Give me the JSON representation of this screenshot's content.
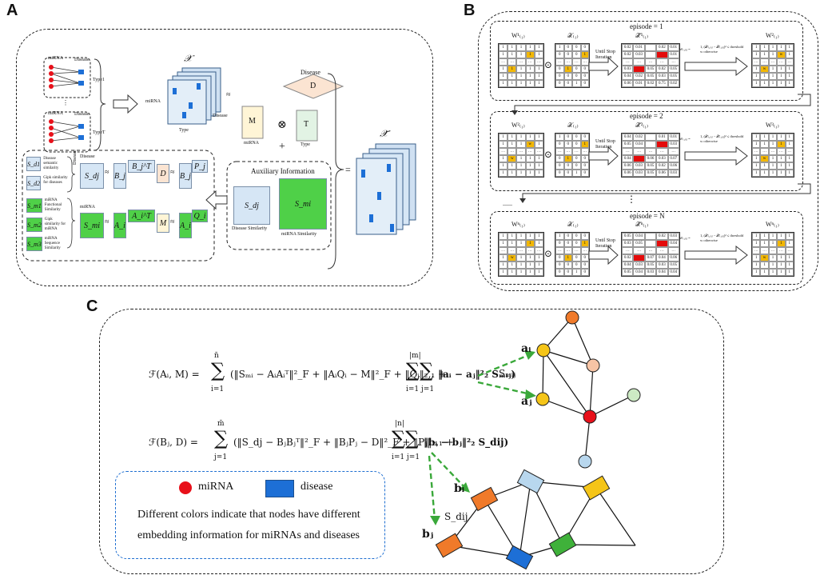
{
  "panels": {
    "a": "A",
    "b": "B",
    "c": "C"
  },
  "panel_a": {
    "mirna_small": "miRNA",
    "disease_small": "Disease",
    "type1": "Type1",
    "typet": "TypeT",
    "dots": "⋮",
    "tensor_x": "𝒳",
    "tensor_mirna_axis": "miRNA",
    "tensor_disease_axis": "Disease",
    "tensor_type_axis": "Type",
    "approx": "≈",
    "factor_disease_label": "Disease",
    "factor_d": "D",
    "factor_m": "M",
    "factor_m_label": "miRNA",
    "factor_t": "T",
    "factor_t_label": "Type",
    "otimes": "⊗",
    "plus": "+",
    "equals": "=",
    "tensor_x_tilde": "𝒳̃",
    "aux_title": "Auxiliary Information",
    "aux_sdj": "S_dj",
    "aux_smi": "S_mi",
    "aux_disease_similarity": "Disease Similarity",
    "aux_mirna_similarity": "miRNA Similarity",
    "sim_list": [
      {
        "sym": "S_d1",
        "text": "Disease semantic similarity",
        "color": "blue"
      },
      {
        "sym": "S_d2",
        "text": "Gipk similarity for diseases",
        "color": "blue"
      },
      {
        "sym": "S_m1",
        "text": "miRNA Functional Similarity",
        "color": "green"
      },
      {
        "sym": "S_m2",
        "text": "Gipk similarity for miRNA",
        "color": "green"
      },
      {
        "sym": "S_m3",
        "text": "miRNA Sequence Similarity",
        "color": "green"
      }
    ],
    "disease_brace": "Disease",
    "mirna_brace": "miRNA",
    "eq1": {
      "s": "S_dj",
      "a": "≈",
      "b": "B_j",
      "bt": "B_j^T",
      "d": "D",
      "e": "≈",
      "b2": "B_j",
      "p": "P_j"
    },
    "eq2": {
      "s": "S_mi",
      "a": "≈",
      "b": "A_i",
      "bt": "A_i^T",
      "d": "M",
      "e": "≈",
      "b2": "A_i",
      "p": "Q_i"
    }
  },
  "panel_b": {
    "episodes": [
      {
        "title": "episode = 1",
        "w_in": "W¹₍₁₎",
        "x": "𝒳₍₁₎",
        "x_hat": "𝒳̂¹₍₁₎",
        "w_out": "W²₍₁₎"
      },
      {
        "title": "episode = 2",
        "w_in": "W²₍₁₎",
        "x": "𝒳₍₁₎",
        "x_hat": "𝒳̂²₍₁₎",
        "w_out": "W³₍₁₎"
      },
      {
        "title": "episode = N",
        "w_in": "Wⁿ₍₁₎",
        "x": "𝒳₍₁₎",
        "x_hat": "𝒳̂ⁿ₍₁₎",
        "w_out": "Wⁿ₍₁₎"
      }
    ],
    "until_stop": "Until Stop",
    "iteration": "Iteration",
    "odot": "⊙",
    "rule_lhs": "W₍₁₎ᵢⱼ =",
    "rule_case1": "1, (𝒳₍₁₎ᵢⱼ − 𝒳̂₍₁₎ᵢⱼ)² ≤ threshold",
    "rule_case2": "w        otherwise",
    "between_dots": "⋮",
    "dots_h": "......"
  },
  "panel_c": {
    "eq1_lhs": "ℱ(Aᵢ, M) =",
    "eq1_sum": "∑",
    "eq1_sum_top": "n̄",
    "eq1_sum_bot": "i=1",
    "eq1_body": "(‖Sₘᵢ − AᵢAᵢᵀ‖²_F + ‖AᵢQᵢ − M‖²_F + ‖Qᵢ‖₂,₁ +",
    "eq1_dsum_top": "|m|",
    "eq1_dsum_bot": "i=1  j=1",
    "eq1_tail": "‖aᵢ − aⱼ‖²₂ Sₘᵢⱼ)",
    "eq2_lhs": "ℱ(Bⱼ, D) =",
    "eq2_sum_top": "m̄",
    "eq2_sum_bot": "j=1",
    "eq2_body": "(‖S_dj − BⱼBⱼᵀ‖²_F + ‖BⱼPⱼ − D‖²_F + ‖Pⱼ‖₂,₁ +",
    "eq2_dsum_top": "|n|",
    "eq2_dsum_bot": "i=1  j=1",
    "eq2_tail": "‖bᵢ − bⱼ‖²₂ S_dij)",
    "a_i": "aᵢ",
    "a_j": "aⱼ",
    "s_mij": "Sₘᵢⱼ",
    "b_i": "bᵢ",
    "b_j": "bⱼ",
    "s_dij": "S_dij",
    "legend_mirna": "miRNA",
    "legend_disease": "disease",
    "legend_line1": "Different colors indicate that nodes have different",
    "legend_line2": "embedding information for miRNAs and diseases"
  },
  "colors": {
    "mirna_red": "#e8101a",
    "disease_blue": "#1d6fd6",
    "highlight_yellow": "#f2b705",
    "arrow_green": "#3aa83a",
    "similarity_green": "#4fd048"
  }
}
